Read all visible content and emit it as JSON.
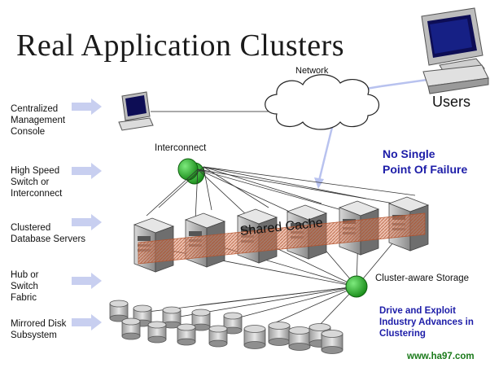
{
  "title": "Real Application Clusters",
  "labels": {
    "network": "Network",
    "users": "Users",
    "interconnect": "Interconnect",
    "no_single_point": [
      "No Single",
      "Point Of Failure"
    ],
    "shared_cache": "Shared Cache",
    "cluster_storage": "Cluster-aware Storage",
    "drive_exploit": [
      "Drive and Exploit",
      "Industry Advances  in",
      "Clustering"
    ],
    "site": "www.ha97.com"
  },
  "side_labels": [
    {
      "lines": [
        "Centralized",
        "Management",
        "Console"
      ]
    },
    {
      "lines": [
        "High Speed",
        "Switch or",
        "Interconnect"
      ]
    },
    {
      "lines": [
        "Clustered",
        "Database Servers"
      ]
    },
    {
      "lines": [
        "Hub or",
        "Switch",
        "Fabric"
      ]
    },
    {
      "lines": [
        "Mirrored Disk",
        "Subsystem"
      ]
    }
  ],
  "colors": {
    "accent_text": "#1d1da8",
    "node_green": "#22aa22",
    "cache_band": "#d9805f",
    "arrow": "#c8cff0",
    "site_text": "#1a7a1a"
  },
  "icons": [
    "users-computer-icon",
    "console-computer-icon",
    "cloud-network-icon",
    "interconnect-switch-icon",
    "storage-switch-icon",
    "server-icon",
    "disk-icon",
    "arrow-icon"
  ]
}
